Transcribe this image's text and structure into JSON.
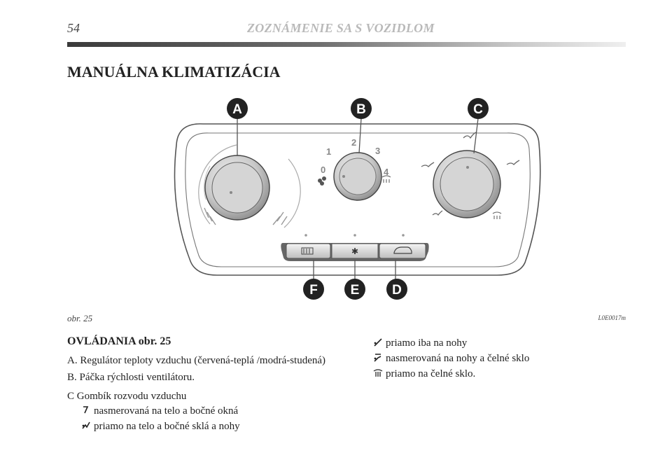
{
  "header": {
    "page_number": "54",
    "chapter_title": "ZOZNÁMENIE SA S VOZIDLOM"
  },
  "section_title": "MANUÁLNA KLIMATIZÁCIA",
  "figure": {
    "caption": "obr. 25",
    "code": "L0E0017m",
    "callouts": [
      "A",
      "B",
      "C",
      "D",
      "E",
      "F"
    ],
    "fan_scale": [
      "0",
      "1",
      "2",
      "3",
      "4"
    ]
  },
  "controls": {
    "heading": "OVLÁDANIA obr. 25",
    "items": [
      {
        "letter": "A.",
        "text": "Regulátor teploty vzduchu (červená-teplá /modrá-studená)"
      },
      {
        "letter": "B.",
        "text": "Páčka rýchlosti ventilátoru."
      },
      {
        "letter": "C",
        "text": "Gombík rozvodu vzduchu"
      }
    ],
    "modes": [
      {
        "icon": "face-vent-icon",
        "text": "nasmerovaná na telo a bočné okná"
      },
      {
        "icon": "face-feet-vent-icon",
        "text": "priamo na telo a bočné sklá a nohy"
      },
      {
        "icon": "feet-vent-icon",
        "text": "priamo iba na nohy"
      },
      {
        "icon": "feet-windscreen-vent-icon",
        "text": "nasmerovaná na nohy a čelné sklo"
      },
      {
        "icon": "windscreen-defrost-icon",
        "text": "priamo na čelné sklo."
      }
    ]
  }
}
